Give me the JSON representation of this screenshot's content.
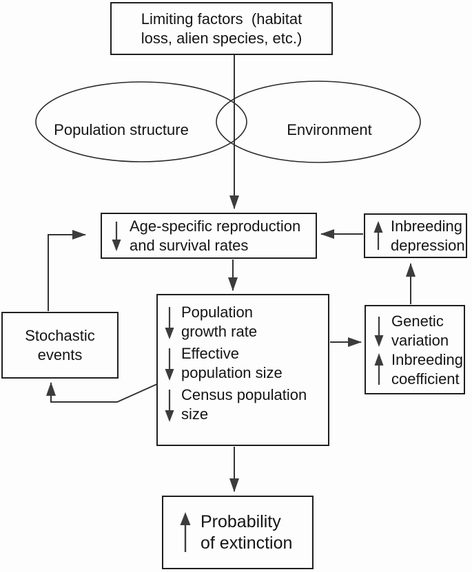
{
  "palette": {
    "background": "#fdfdfd",
    "ink": "#151515",
    "line_color": "#333333",
    "arrow_color": "#3c3c3c"
  },
  "boxes": {
    "limiting_factors": {
      "text": "Limiting factors  (habitat\nloss, alien species, etc.)"
    },
    "age_specific": {
      "icon": "down-arrow",
      "text": "Age-specific reproduction\nand survival rates"
    },
    "inbreeding_depression": {
      "icon": "up-arrow",
      "text": "Inbreeding\ndepression"
    },
    "central": {
      "items": [
        {
          "icon": "down-arrow",
          "text": "Population\ngrowth rate"
        },
        {
          "icon": "down-arrow",
          "text": "Effective\npopulation size"
        },
        {
          "icon": "down-arrow",
          "text": "Census population\nsize"
        }
      ]
    },
    "stochastic_events": {
      "text": "Stochastic\nevents"
    },
    "genetic": {
      "items": [
        {
          "icon": "down-arrow",
          "text": "Genetic\nvariation"
        },
        {
          "icon": "up-arrow",
          "text": "Inbreeding\ncoefficient"
        }
      ]
    },
    "probability_extinction": {
      "icon": "up-arrow",
      "text": "Probability\nof extinction"
    }
  },
  "ellipses": {
    "population_structure": {
      "label": "Population structure"
    },
    "environment": {
      "label": "Environment"
    }
  }
}
